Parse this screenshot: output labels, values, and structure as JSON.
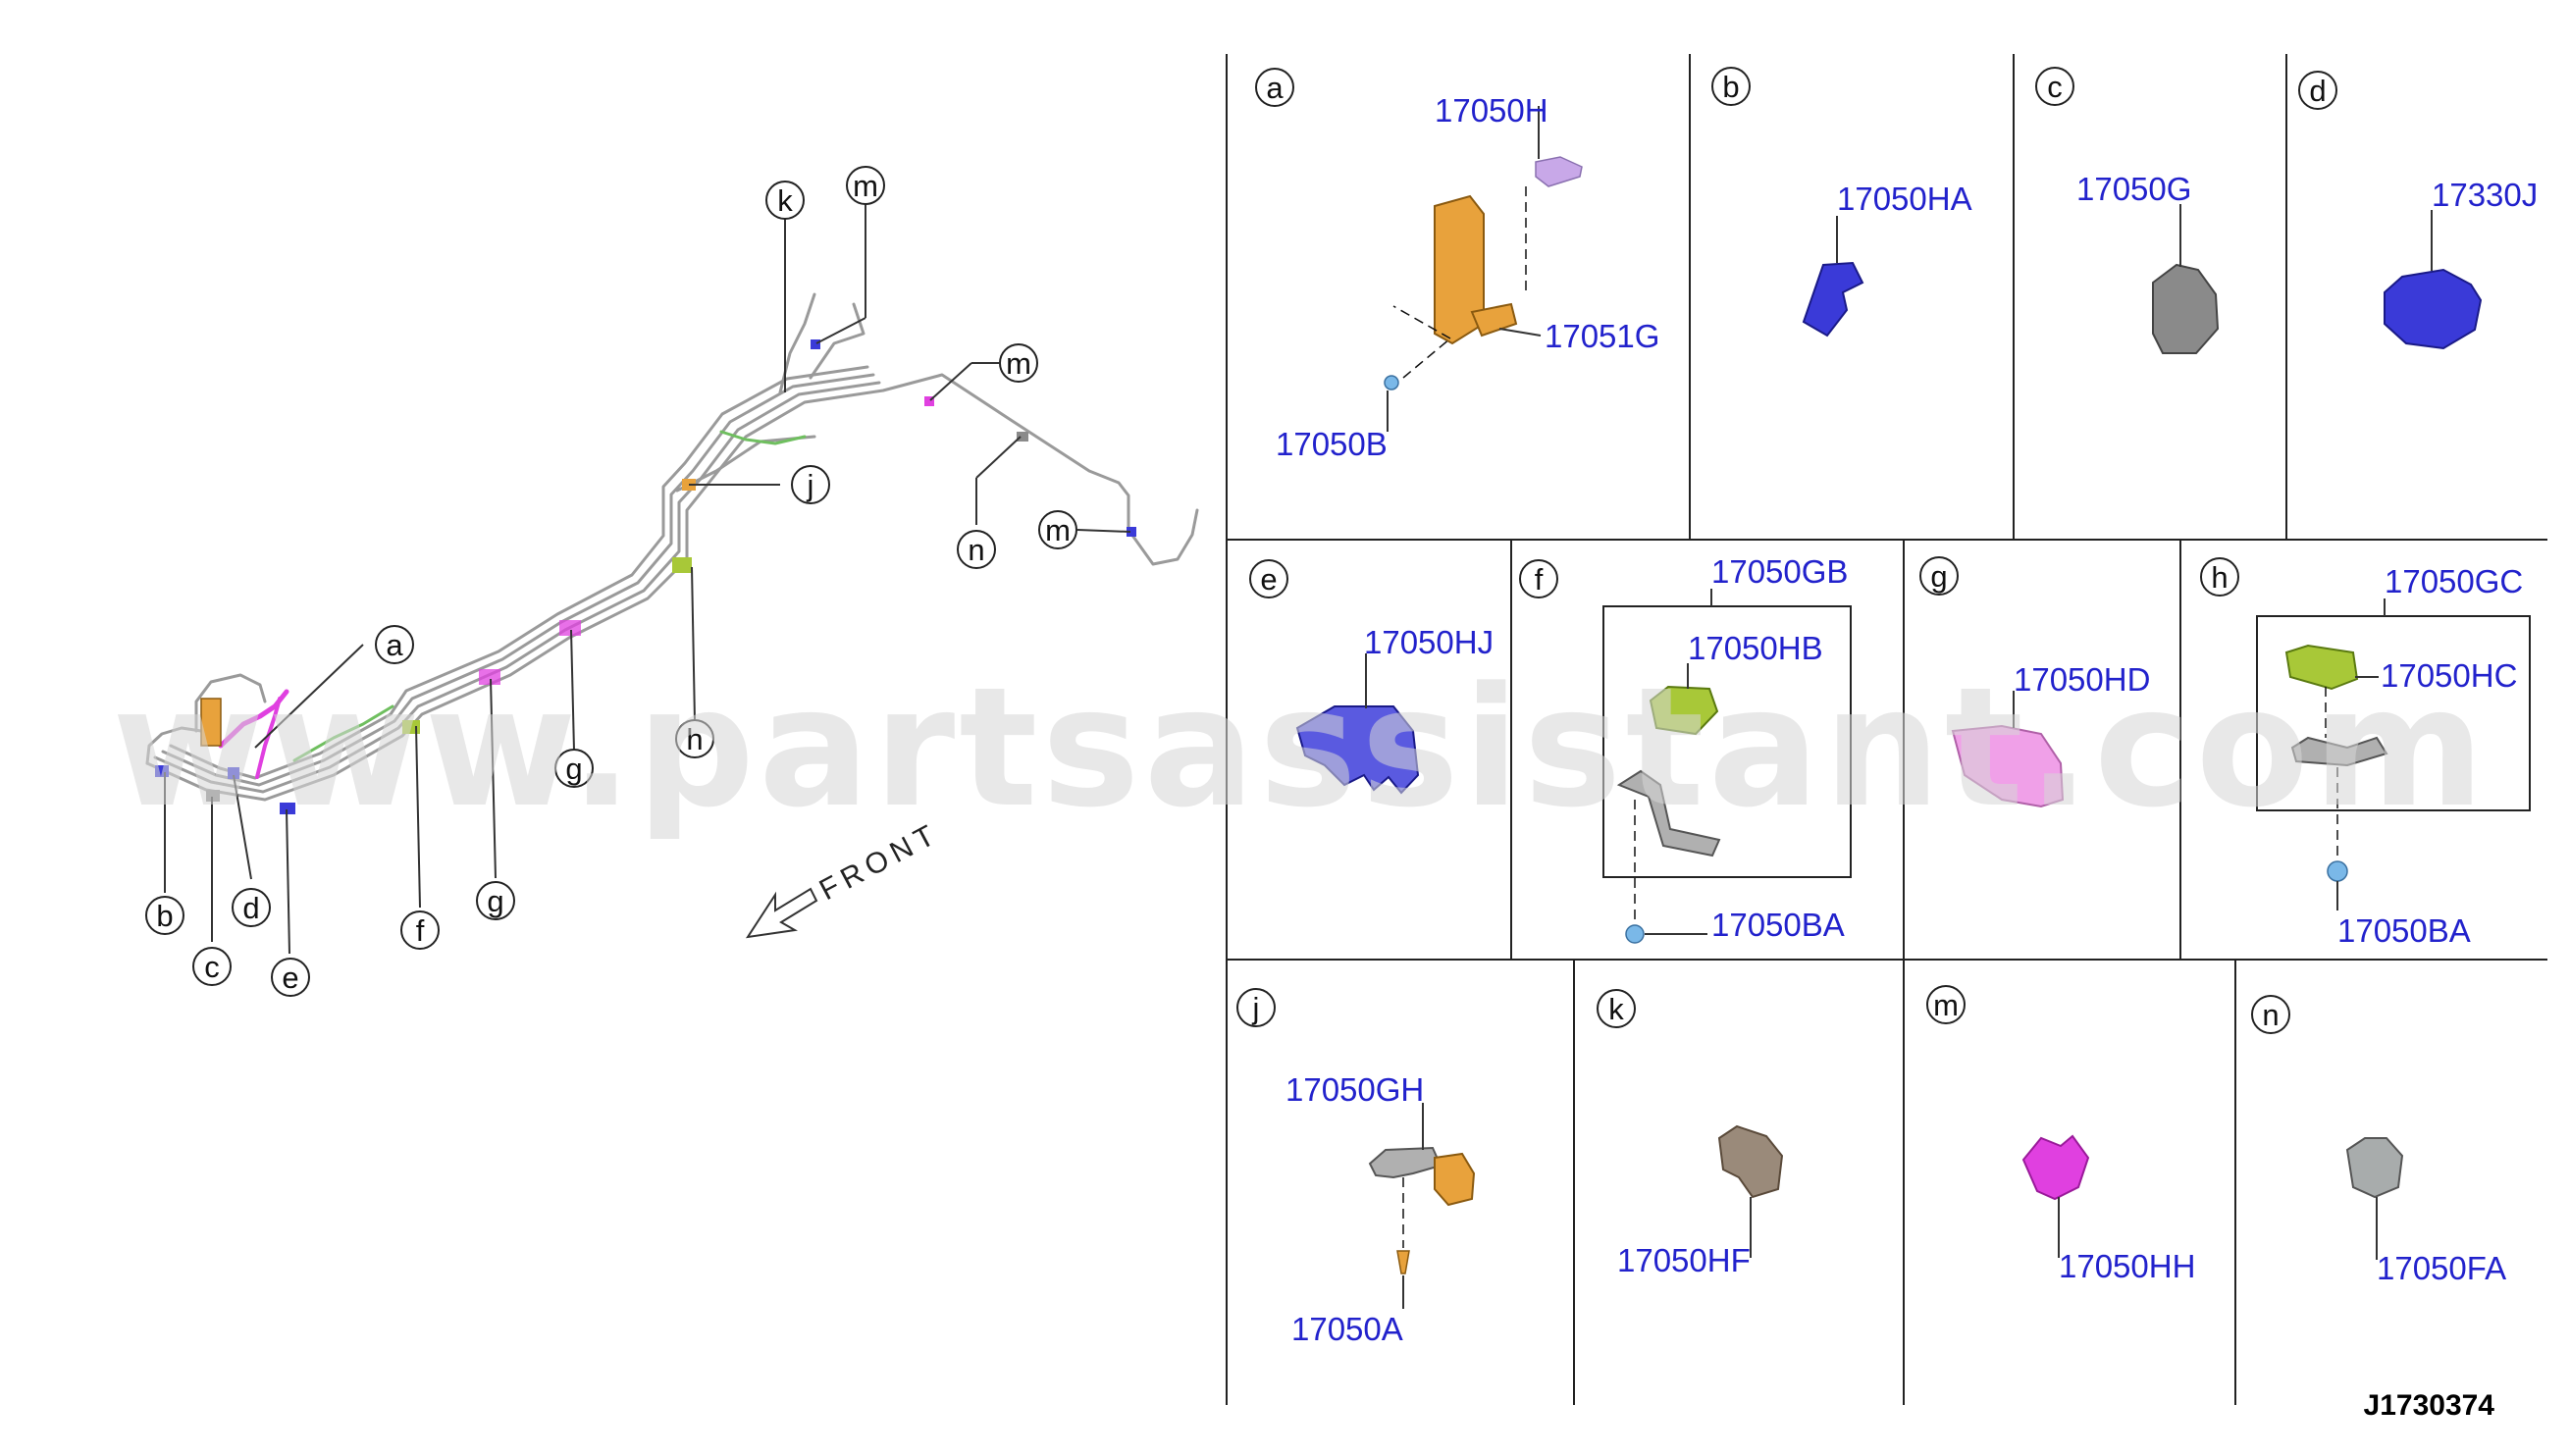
{
  "overview": {
    "callouts": [
      "a",
      "b",
      "c",
      "d",
      "e",
      "f",
      "g",
      "g",
      "h",
      "j",
      "k",
      "m",
      "m",
      "m",
      "n"
    ],
    "front_label": "FRONT"
  },
  "panels": {
    "a": {
      "letter": "a",
      "parts": [
        "17050H",
        "17051G",
        "17050B"
      ]
    },
    "b": {
      "letter": "b",
      "parts": [
        "17050HA"
      ]
    },
    "c": {
      "letter": "c",
      "parts": [
        "17050G"
      ]
    },
    "d": {
      "letter": "d",
      "parts": [
        "17330J"
      ]
    },
    "e": {
      "letter": "e",
      "parts": [
        "17050HJ"
      ]
    },
    "f": {
      "letter": "f",
      "parts": [
        "17050GB",
        "17050HB",
        "17050BA"
      ]
    },
    "g": {
      "letter": "g",
      "parts": [
        "17050HD"
      ]
    },
    "h": {
      "letter": "h",
      "parts": [
        "17050GC",
        "17050HC",
        "17050BA"
      ]
    },
    "j": {
      "letter": "j",
      "parts": [
        "17050GH",
        "17050A"
      ]
    },
    "k": {
      "letter": "k",
      "parts": [
        "17050HF"
      ]
    },
    "m": {
      "letter": "m",
      "parts": [
        "17050HH"
      ]
    },
    "n": {
      "letter": "n",
      "parts": [
        "17050FA"
      ]
    }
  },
  "watermark": "www.partsassistant.com",
  "diagram_code": "J1730374",
  "colors": {
    "part_number": "#2222cc",
    "orange": "#e8a23c",
    "blue": "#3a3ad8",
    "magenta": "#e040e0",
    "pink": "#f0a0e8",
    "lime": "#a8c838",
    "gray": "#8a8a8a",
    "light_blue": "#7ab8e8",
    "lavender": "#c8a8e8"
  }
}
